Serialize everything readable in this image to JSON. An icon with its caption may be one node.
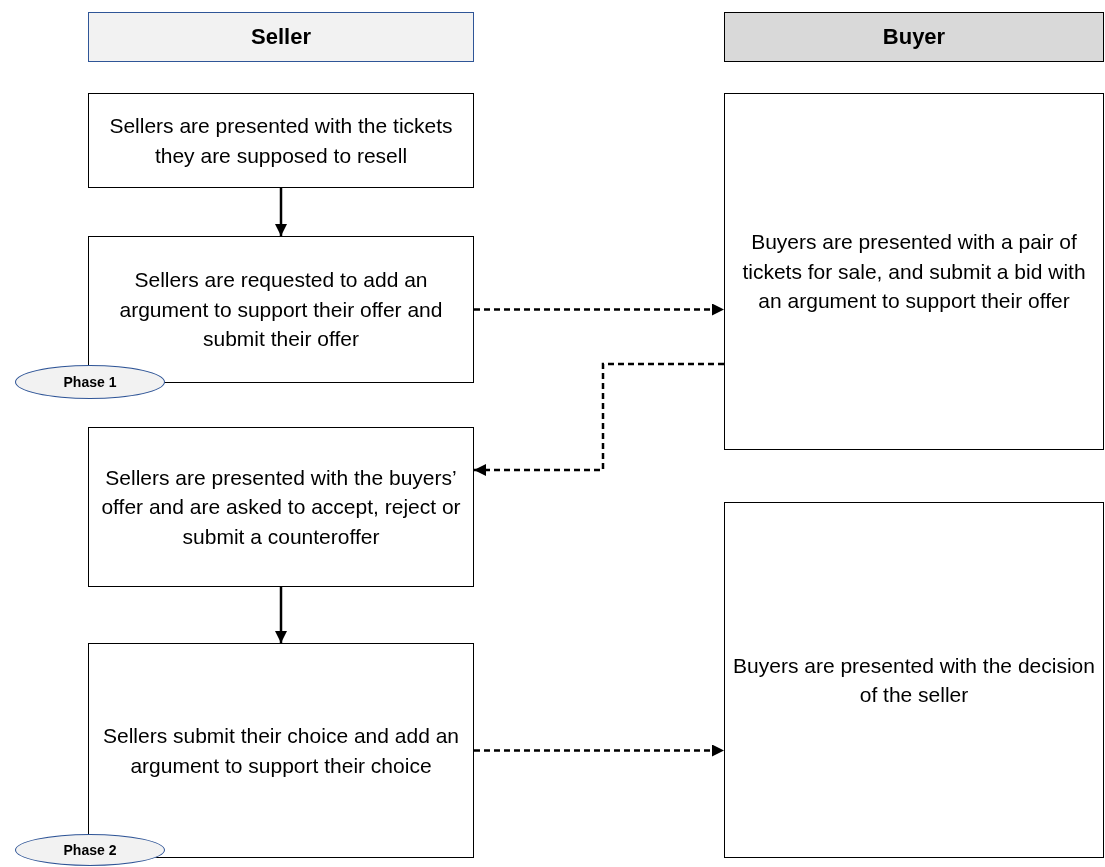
{
  "diagram": {
    "nodes": [
      {
        "text": [
          "Seller"
        ]
      },
      {
        "text": [
          "Buyer"
        ]
      },
      {
        "text": [
          "Sellers are presented with the tickets they are supposed to resell"
        ]
      },
      {
        "text": [
          "Buyers are presented with a pair of tickets for sale, and submit a bid with an argument to support their offer"
        ]
      },
      {
        "text": [
          "Sellers are requested to add an argument to support their offer and submit their offer"
        ]
      },
      {
        "text": [
          "Phase 1"
        ]
      },
      {
        "text": [
          "Sellers are presented with the buyers’ offer and are asked to accept, reject or submit a counteroffer"
        ]
      },
      {
        "text": [
          "Buyers are presented with the decision of the seller"
        ]
      },
      {
        "text": [
          "Sellers submit their choice and add an argument to support their choice"
        ]
      },
      {
        "text": [
          "Phase 2"
        ]
      }
    ],
    "edges": [
      {
        "from": 2,
        "to": 4,
        "arrow": "to"
      },
      {
        "from": 4,
        "to": 3,
        "arrow": "to",
        "style": "dashed"
      },
      {
        "from": 3,
        "to": 6,
        "arrow": "to",
        "style": "dashed"
      },
      {
        "from": 6,
        "to": 8,
        "arrow": "to"
      },
      {
        "from": 8,
        "to": 7,
        "arrow": "to",
        "style": "dashed"
      }
    ]
  }
}
